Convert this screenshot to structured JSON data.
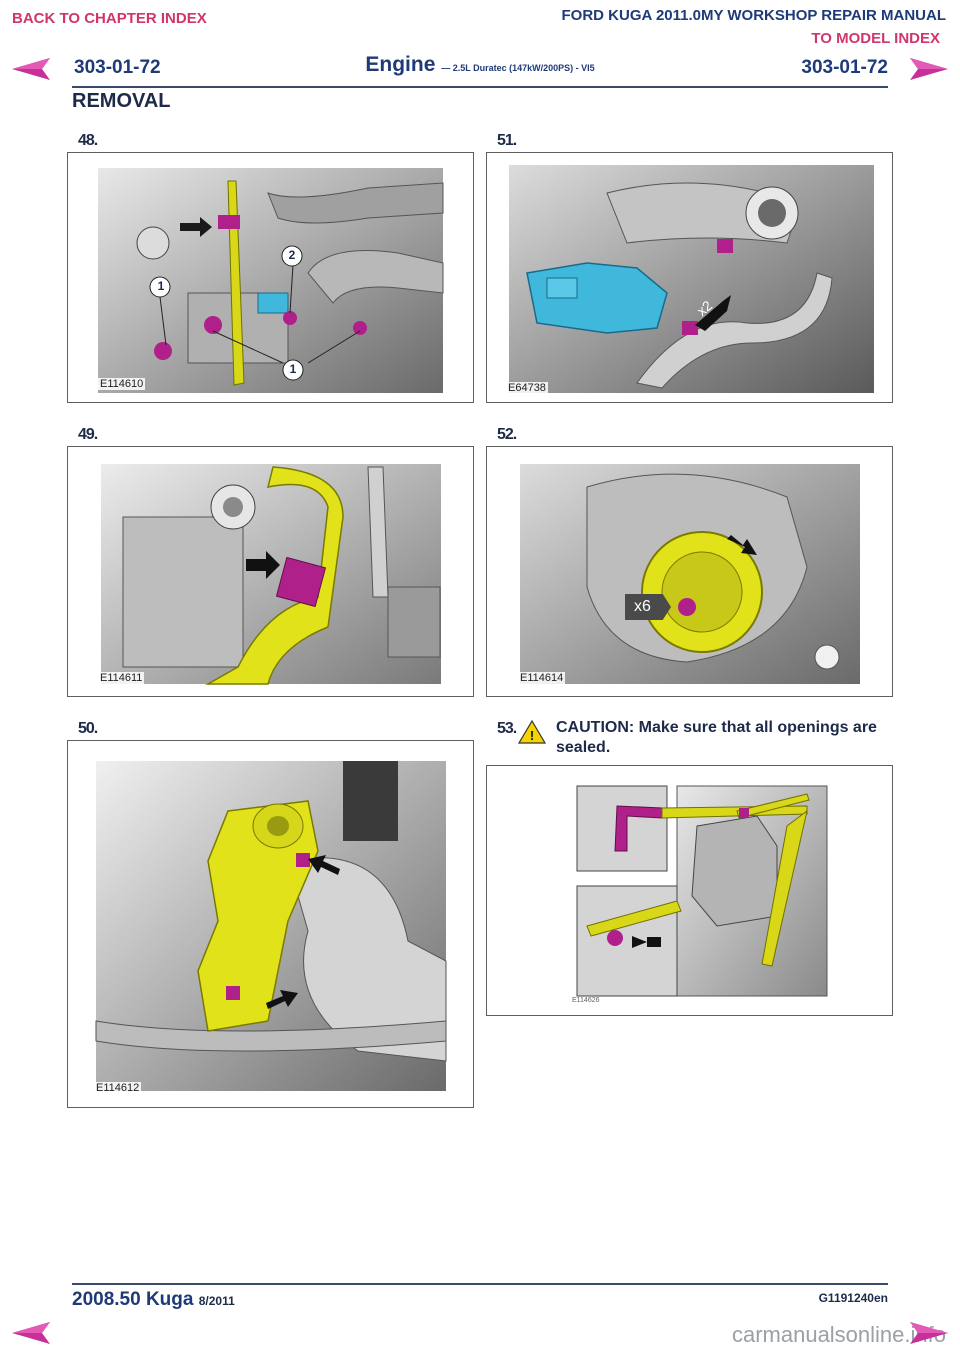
{
  "header": {
    "back_link": "BACK TO CHAPTER INDEX",
    "manual_title": "FORD KUGA 2011.0MY WORKSHOP REPAIR MANUAL",
    "model_link": "TO MODEL INDEX",
    "page_code_left": "303-01-72",
    "page_code_right": "303-01-72",
    "chapter": "Engine",
    "chapter_sub": "— 2.5L Duratec (147kW/200PS) - VI5",
    "section": "REMOVAL"
  },
  "steps": [
    {
      "num": "48.",
      "figure": "E114610",
      "callouts": [
        "1",
        "2",
        "1"
      ]
    },
    {
      "num": "49.",
      "figure": "E114611"
    },
    {
      "num": "50.",
      "figure": "E114612"
    },
    {
      "num": "51.",
      "figure": "E64738",
      "callouts": [
        "x2"
      ]
    },
    {
      "num": "52.",
      "figure": "E114614",
      "callouts": [
        "x6"
      ]
    },
    {
      "num": "53.",
      "caution": "CAUTION: Make sure that all openings are sealed.",
      "figure": "E114626"
    }
  ],
  "footer": {
    "model": "2008.50 Kuga",
    "date": "8/2011",
    "code": "G1191240en",
    "watermark": "carmanualsonline.info"
  },
  "colors": {
    "accent_pink": "#d0356e",
    "nav_blue": "#1e3a78",
    "part_yellow": "#e2e21a",
    "part_magenta": "#b0208a",
    "part_cyan": "#3fb8dc"
  },
  "icons": [
    "arrow-left-icon",
    "arrow-right-icon",
    "caution-triangle-icon"
  ]
}
